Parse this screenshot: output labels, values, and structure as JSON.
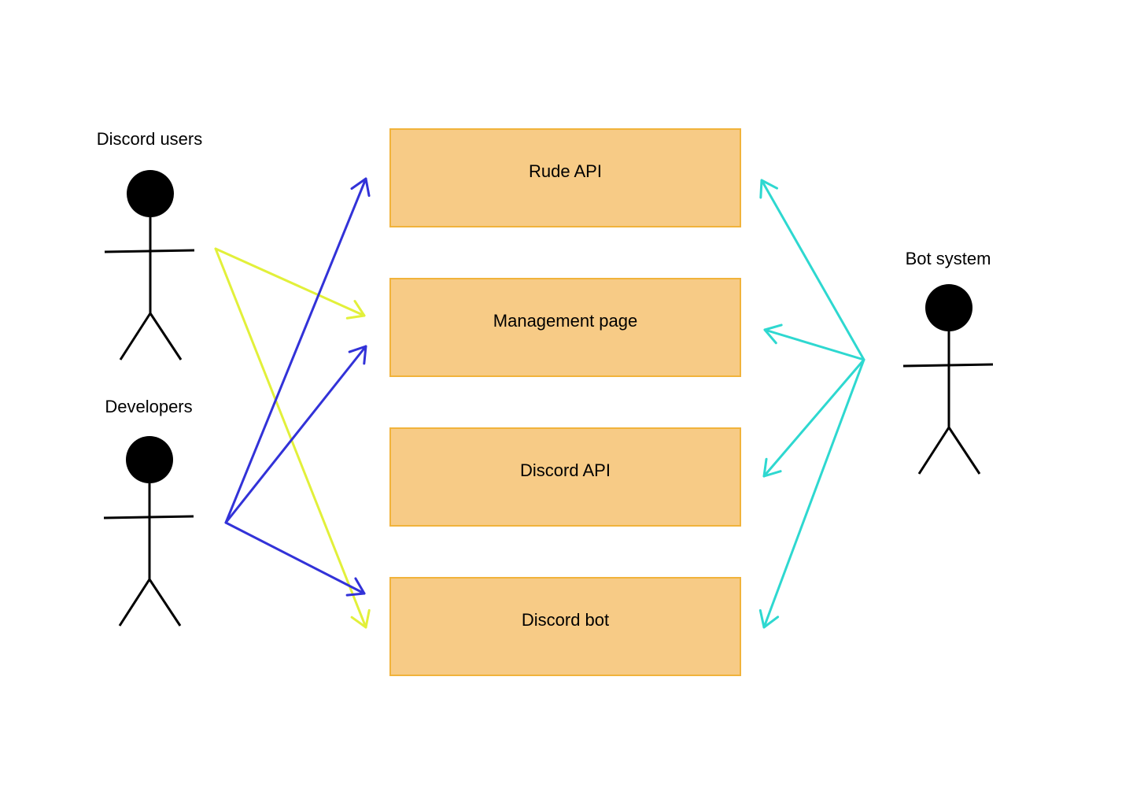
{
  "colors": {
    "box_fill": "#f7cb86",
    "box_border": "#f1b33b",
    "actor": "#000000",
    "discord_users_arrows": "#e2f03a",
    "developers_arrows": "#3232d8",
    "bot_system_arrows": "#2ed8d0"
  },
  "actors": [
    {
      "id": "discord-users",
      "label": "Discord users"
    },
    {
      "id": "developers",
      "label": "Developers"
    },
    {
      "id": "bot-system",
      "label": "Bot system"
    }
  ],
  "components": [
    {
      "id": "rude-api",
      "label": "Rude API"
    },
    {
      "id": "management-page",
      "label": "Management page"
    },
    {
      "id": "discord-api",
      "label": "Discord API"
    },
    {
      "id": "discord-bot",
      "label": "Discord bot"
    }
  ],
  "connections": [
    {
      "from": "discord-users",
      "to": "management-page",
      "direction": "forward"
    },
    {
      "from": "discord-users",
      "to": "discord-bot",
      "direction": "forward"
    },
    {
      "from": "developers",
      "to": "rude-api",
      "direction": "forward"
    },
    {
      "from": "developers",
      "to": "management-page",
      "direction": "forward"
    },
    {
      "from": "developers",
      "to": "discord-bot",
      "direction": "forward"
    },
    {
      "from": "bot-system",
      "to": "rude-api",
      "direction": "forward"
    },
    {
      "from": "bot-system",
      "to": "management-page",
      "direction": "forward"
    },
    {
      "from": "bot-system",
      "to": "discord-api",
      "direction": "forward"
    },
    {
      "from": "bot-system",
      "to": "discord-bot",
      "direction": "forward"
    }
  ]
}
